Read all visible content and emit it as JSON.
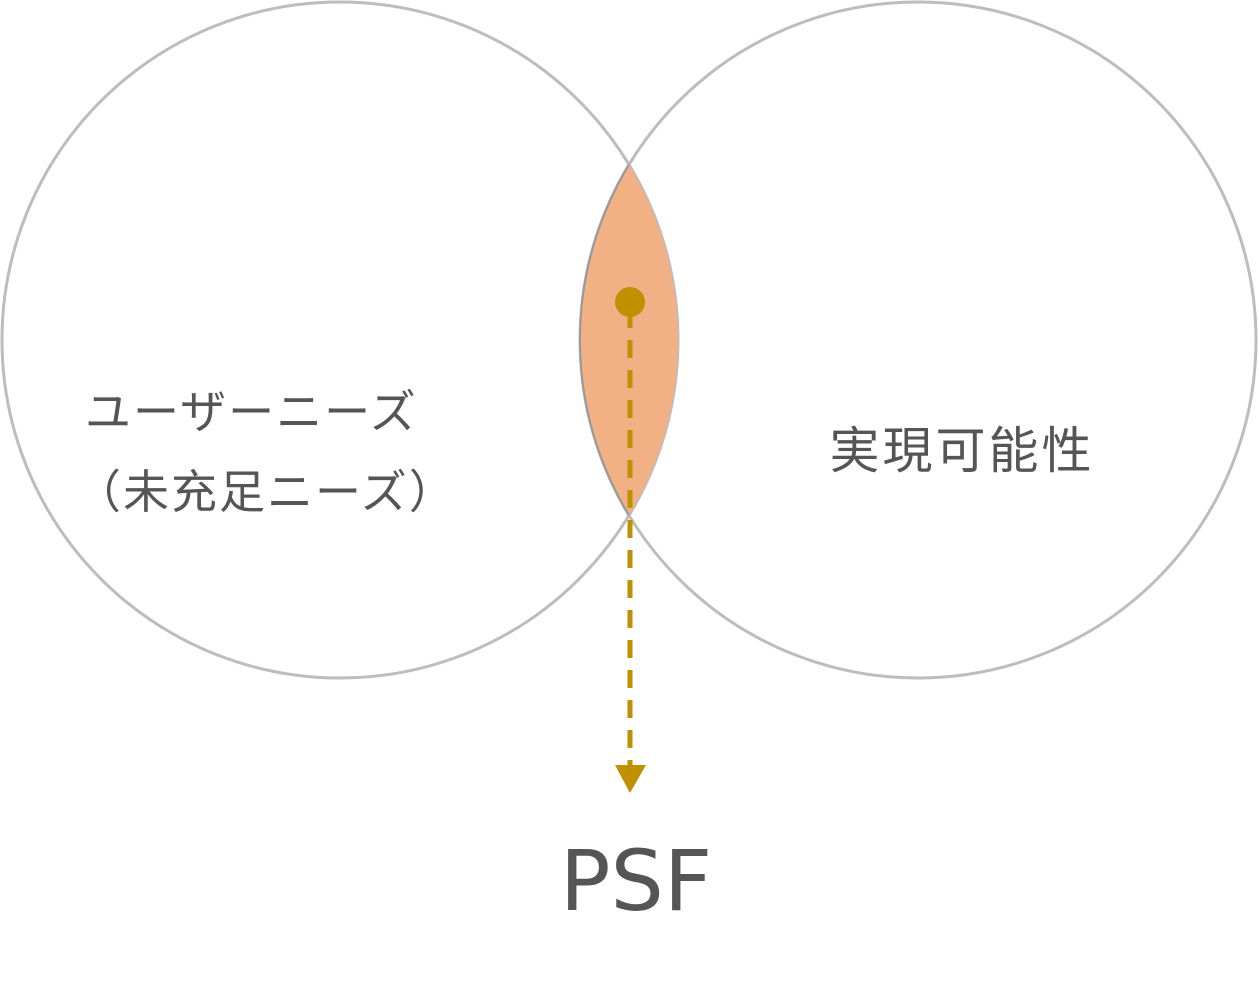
{
  "left_circle": {
    "line1": "ユーザーニーズ",
    "line2": "（未充足ニーズ）"
  },
  "right_circle": {
    "label": "実現可能性"
  },
  "result": {
    "label": "PSF"
  },
  "colors": {
    "circle_stroke": "#bdbdbd",
    "overlap_fill": "#f2b185",
    "arrow": "#bf9000",
    "text": "#555555"
  }
}
